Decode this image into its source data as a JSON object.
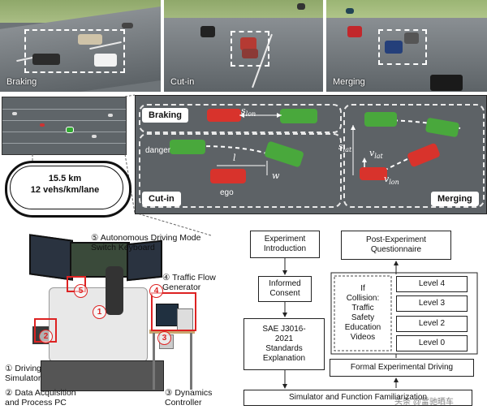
{
  "scenarios": [
    {
      "label": "Braking"
    },
    {
      "label": "Cut-in"
    },
    {
      "label": "Merging"
    }
  ],
  "track": {
    "length": "15.5 km",
    "density": "12 vehs/km/lane"
  },
  "topview": {
    "braking_tag": "Braking",
    "cutin_tag": "Cut-in",
    "merging_tag": "Merging",
    "danger_label": "danger",
    "ego_label": "ego",
    "s_lon": "s",
    "s_lon_sub": "lon",
    "l_label": "l",
    "w_label": "w",
    "s_lat": "s",
    "s_lat_sub": "lat",
    "v_lat": "v",
    "v_lat_sub": "lat",
    "v_lon": "v",
    "v_lon_sub": "lon"
  },
  "equipment": {
    "c1": "① Driving\nSimulator",
    "c2": "② Data Acquisition\nand Process PC",
    "c3": "③ Dynamics\nController",
    "c4": "④ Traffic Flow\nGenerator",
    "c5": "⑤ Autonomous Driving Mode\nSwitch Keyboard",
    "b1": "1",
    "b2": "2",
    "b3": "3",
    "b4": "4",
    "b5": "5"
  },
  "flow": {
    "intro": "Experiment\nIntroduction",
    "consent": "Informed\nConsent",
    "sae": "SAE J3016-\n2021\nStandards\nExplanation",
    "familiarize": "Simulator and Function Familiarization",
    "post": "Post-Experiment\nQuestionnaire",
    "collision": "If\nCollision:\nTraffic\nSafety\nEducation\nVideos",
    "level4": "Level 4",
    "level3": "Level 3",
    "level2": "Level 2",
    "level0": "Level 0",
    "formal": "Formal Experimental Driving"
  },
  "watermark": "头条 @雷驰晒车",
  "colors": {
    "red_car": "#d8332c",
    "green_car": "#49a83c",
    "callout_red": "#dd2222"
  }
}
